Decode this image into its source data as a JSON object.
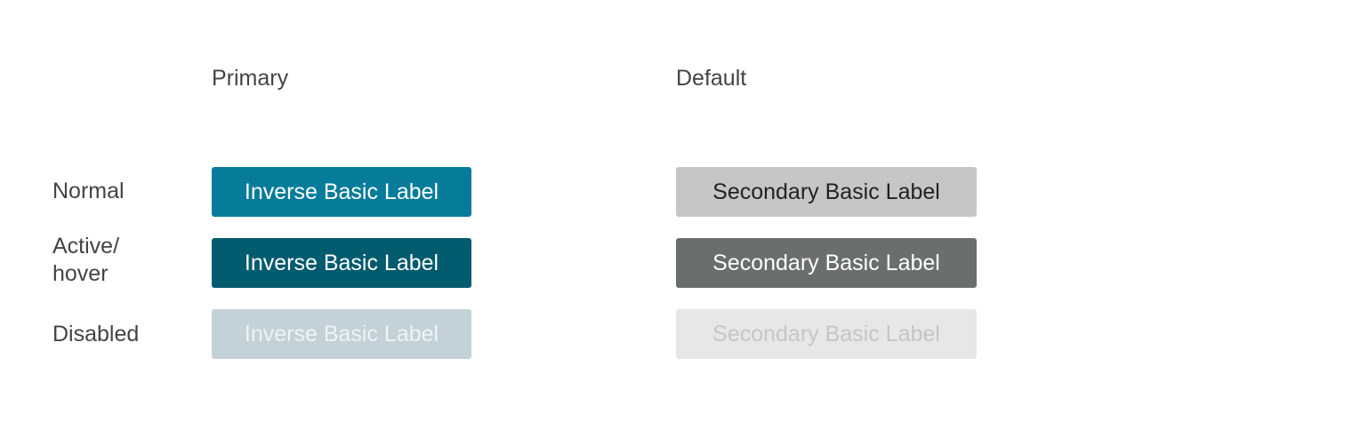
{
  "columns": {
    "primary": "Primary",
    "default": "Default"
  },
  "rows": {
    "normal": "Normal",
    "active_line1": "Active/",
    "active_line2": "hover",
    "disabled": "Disabled"
  },
  "buttons": {
    "primary_label": "Inverse Basic Label",
    "default_label": "Secondary Basic Label"
  },
  "colors": {
    "primary_normal": "#067c9a",
    "primary_hover": "#025b6e",
    "primary_disabled": "#c2d2d8",
    "default_normal": "#c6c6c6",
    "default_hover": "#6a6e6e",
    "default_disabled": "#e7e7e7"
  }
}
